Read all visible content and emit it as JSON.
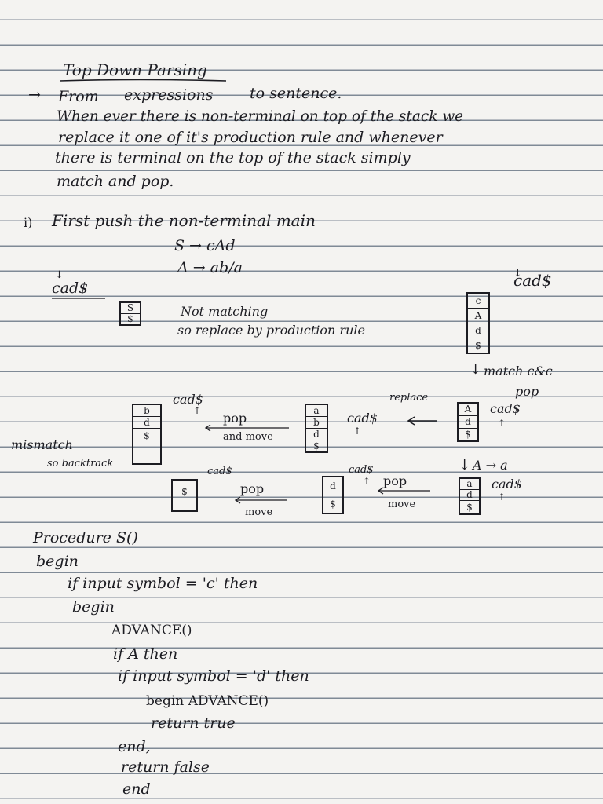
{
  "title": "Top Down Parsing",
  "intro": {
    "dash": "→",
    "line1_a": "From",
    "line1_b": "expressions",
    "line1_c": "to sentence.",
    "line2": "When ever there is non-terminal on top of the stack we",
    "line3": "replace it one of it's production rule and whenever",
    "line4": "there is terminal on the top of the stack simply",
    "line5": "match and pop."
  },
  "example": {
    "bullet": "i)",
    "first_push": "First push the non-terminal main",
    "grammar1": "S → cAd",
    "grammar2": "A → ab/a",
    "input1": "cad$",
    "input2": "cad$",
    "not_matching": "Not matching",
    "so_replace": "so replace by production rule",
    "match_note": "match c&c",
    "pop_label": "pop",
    "replace_label": "replace",
    "a_to_a": "A → a",
    "pop_move": "pop",
    "and_move": "and move",
    "mismatch": "mismatch",
    "backtrack": "so backtrack",
    "move": "move",
    "stacks": {
      "s1": [
        "S",
        "$"
      ],
      "s2": [
        "c",
        "A",
        "d",
        "$"
      ],
      "s3": [
        "A",
        "d",
        "$"
      ],
      "s4": [
        "a",
        "b",
        "d",
        "$"
      ],
      "s5": [
        "b",
        "d",
        "$"
      ],
      "s6": [
        "a",
        "d",
        "$"
      ],
      "s7": [
        "d",
        "$"
      ],
      "s8": [
        "$"
      ]
    },
    "cad_labels": [
      "cad$",
      "cad$",
      "cad$",
      "cad$",
      "cad$",
      "cad$"
    ]
  },
  "procedure": {
    "header": "Procedure S()",
    "begin": "begin",
    "if1": "if input symbol = 'c' then",
    "begin2": "begin",
    "advance1": "ADVANCE()",
    "ifA": "if A then",
    "if2": "if input symbol = 'd' then",
    "begin_adv": "begin ADVANCE()",
    "ret_true": "return true",
    "end1": "end,",
    "ret_false": "return false",
    "end2": "end"
  }
}
